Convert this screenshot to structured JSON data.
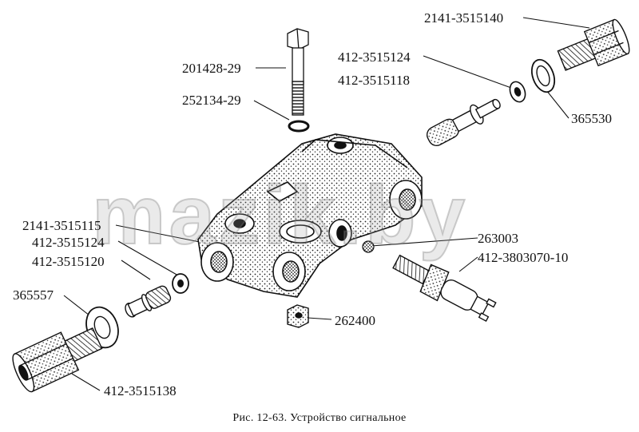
{
  "diagram": {
    "labels": {
      "bolt": "201428-29",
      "lock_washer": "252134-29",
      "fitting_right": "2141-3515140",
      "washer_right_small": "412-3515124",
      "valve_right": "412-3515118",
      "gasket_right": "365530",
      "body": "2141-3515115",
      "washer_left_small": "412-3515124",
      "valve_left": "412-3515120",
      "gasket_left": "365557",
      "fitting_left": "412-3515138",
      "ball": "263003",
      "sensor": "412-3803070-10",
      "nut": "262400"
    },
    "caption": "Рис. 12-63. Устройство сигнальное",
    "watermark": "mazik.by"
  }
}
